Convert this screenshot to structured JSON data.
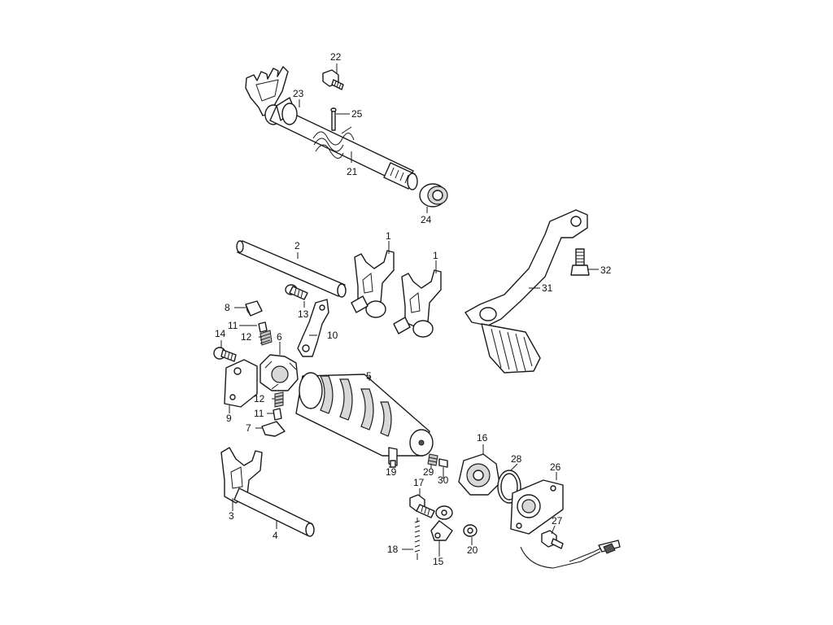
{
  "callouts": {
    "c1a": "1",
    "c1b": "1",
    "c2": "2",
    "c3": "3",
    "c4": "4",
    "c5": "5",
    "c6": "6",
    "c7": "7",
    "c8": "8",
    "c9": "9",
    "c10": "10",
    "c11a": "11",
    "c11b": "11",
    "c12a": "12",
    "c12b": "12",
    "c13": "13",
    "c14": "14",
    "c15": "15",
    "c16": "16",
    "c17": "17",
    "c18": "18",
    "c19": "19",
    "c20": "20",
    "c21": "21",
    "c22": "22",
    "c23": "23",
    "c24": "24",
    "c25": "25",
    "c26": "26",
    "c27": "27",
    "c28": "28",
    "c29": "29",
    "c30": "30",
    "c31": "31",
    "c32": "32"
  },
  "wire_tip_color": "#333333"
}
